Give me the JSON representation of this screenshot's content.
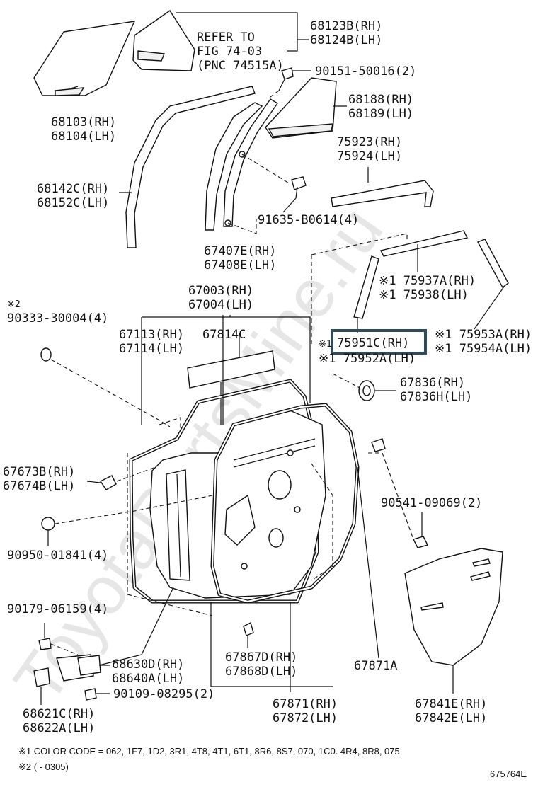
{
  "watermark": "ToyotaPartsMine.ru",
  "highlighted_part": "75951C(RH)",
  "labels": {
    "p68123": [
      "68123B(RH)",
      "68124B(LH)"
    ],
    "refer": [
      "REFER TO",
      "FIG 74-03",
      "(PNC 74515A)"
    ],
    "p90151": "90151-50016(2)",
    "p68103": [
      "68103(RH)",
      "68104(LH)"
    ],
    "p68188": [
      "68188(RH)",
      "68189(LH)"
    ],
    "p75923": [
      "75923(RH)",
      "75924(LH)"
    ],
    "p68142": [
      "68142C(RH)",
      "68152C(LH)"
    ],
    "p91635": "91635-B0614(4)",
    "p67407": [
      "67407E(RH)",
      "67408E(LH)"
    ],
    "p75937": [
      "※1 75937A(RH)",
      "※1 75938(LH)"
    ],
    "p67003": [
      "67003(RH)",
      "67004(LH)"
    ],
    "p90333": [
      "※2",
      "90333-30004(4)"
    ],
    "p67113": [
      "67113(RH)",
      "67114(LH)"
    ],
    "p67814": "67814C",
    "p75951": [
      "※1",
      "75951C(RH)",
      "※1 75952A(LH)"
    ],
    "p75953": [
      "※1 75953A(RH)",
      "※1 75954A(LH)"
    ],
    "p67836": [
      "67836(RH)",
      "67836H(LH)"
    ],
    "p67673": [
      "67673B(RH)",
      "67674B(LH)"
    ],
    "p90541": "90541-09069(2)",
    "p90950": "90950-01841(4)",
    "p90179": "90179-06159(4)",
    "p68630": [
      "68630D(RH)",
      "68640A(LH)"
    ],
    "p67867": [
      "67867D(RH)",
      "67868D(LH)"
    ],
    "p67871a": "67871A",
    "p90109": "90109-08295(2)",
    "p68621": [
      "68621C(RH)",
      "68622A(LH)"
    ],
    "p67871": [
      "67871(RH)",
      "67872(LH)"
    ],
    "p67841": [
      "67841E(RH)",
      "67842E(LH)"
    ]
  },
  "footnotes": {
    "color_code": "※1 COLOR CODE = 062, 1F7, 1D2, 3R1, 4T8, 4T1, 6T1, 8R6, 8S7, 070, 1C0. 4R4, 8R8, 075",
    "note2": "※2 (        - 0305)"
  },
  "figure_id": "675764E"
}
